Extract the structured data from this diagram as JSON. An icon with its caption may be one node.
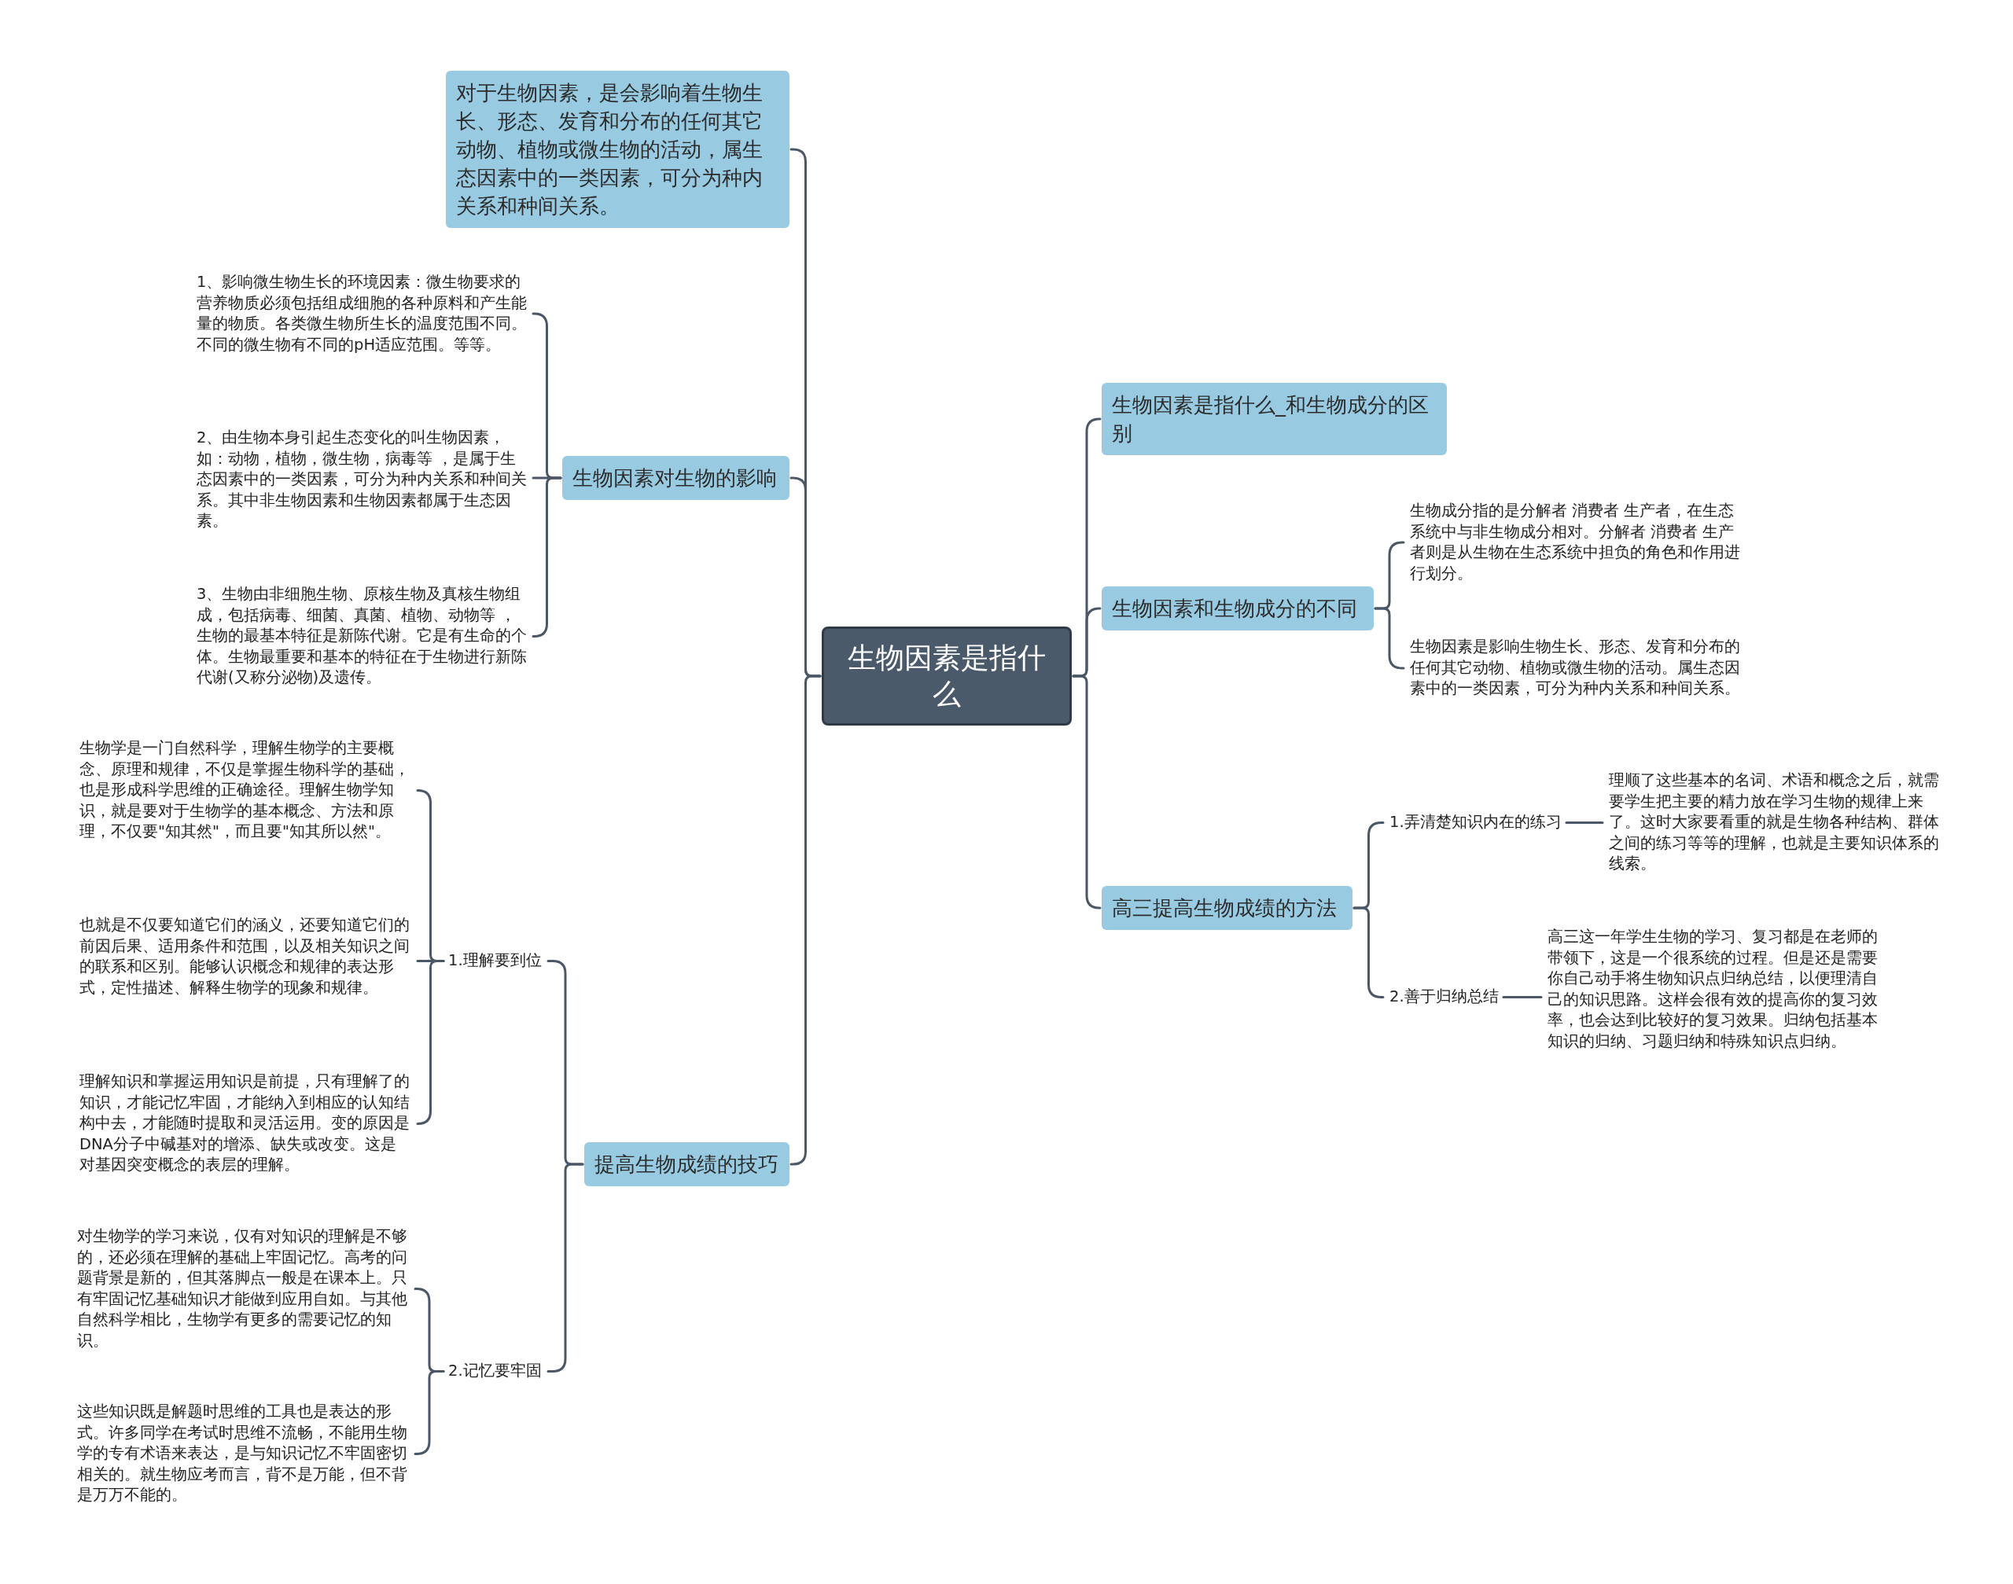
{
  "diagram": {
    "nodes": [
      {
        "text": [
          "生物因素是指什么"
        ]
      },
      {
        "text": [
          "对于生物因素，是会影响着生物生长、形态、发育和分布的任何其它动物、植物或微生物的活动，属生态因素中的一类因素，可分为种内关系和种间关系。"
        ]
      },
      {
        "text": [
          "生物因素对生物的影响"
        ]
      },
      {
        "text": [
          "1、影响微生物生长的环境因素：微生物要求的营养物质必须包括组成细胞的各种原料和产生能量的物质。各类微生物所生长的温度范围不同。不同的微生物有不同的pH适应范围。等等。"
        ]
      },
      {
        "text": [
          "2、由生物本身引起生态变化的叫生物因素，如：动物，植物，微生物，病毒等 ，是属于生态因素中的一类因素，可分为种内关系和种间关系。其中非生物因素和生物因素都属于生态因素。"
        ]
      },
      {
        "text": [
          "3、生物由非细胞生物、原核生物及真核生物组成，包括病毒、细菌、真菌、植物、动物等 ，生物的最基本特征是新陈代谢。它是有生命的个体。生物最重要和基本的特征在于生物进行新陈代谢(又称分泌物)及遗传。"
        ]
      },
      {
        "text": [
          "提高生物成绩的技巧"
        ]
      },
      {
        "text": [
          "1.理解要到位"
        ]
      },
      {
        "text": [
          "生物学是一门自然科学，理解生物学的主要概念、原理和规律，不仅是掌握生物科学的基础，也是形成科学思维的正确途径。理解生物学知识，就是要对于生物学的基本概念、方法和原理，不仅要\"知其然\"，而且要\"知其所以然\"。"
        ]
      },
      {
        "text": [
          "也就是不仅要知道它们的涵义，还要知道它们的前因后果、适用条件和范围，以及相关知识之间的联系和区别。能够认识概念和规律的表达形式，定性描述、解释生物学的现象和规律。"
        ]
      },
      {
        "text": [
          "理解知识和掌握运用知识是前提，只有理解了的知识，才能记忆牢固，才能纳入到相应的认知结构中去，才能随时提取和灵活运用。变的原因是DNA分子中碱基对的增添、缺失或改变。这是对基因突变概念的表层的理解。"
        ]
      },
      {
        "text": [
          "2.记忆要牢固"
        ]
      },
      {
        "text": [
          "对生物学的学习来说，仅有对知识的理解是不够的，还必须在理解的基础上牢固记忆。高考的问题背景是新的，但其落脚点一般是在课本上。只有牢固记忆基础知识才能做到应用自如。与其他自然科学相比，生物学有更多的需要记忆的知识。"
        ]
      },
      {
        "text": [
          "这些知识既是解题时思维的工具也是表达的形式。许多同学在考试时思维不流畅，不能用生物学的专有术语来表达，是与知识记忆不牢固密切相关的。就生物应考而言，背不是万能，但不背是万万不能的。"
        ]
      },
      {
        "text": [
          "生物因素是指什么_和生物成分的区别"
        ]
      },
      {
        "text": [
          "生物因素和生物成分的不同"
        ]
      },
      {
        "text": [
          "生物成分指的是分解者 消费者 生产者，在生态系统中与非生物成分相对。分解者 消费者 生产者则是从生物在生态系统中担负的角色和作用进行划分。"
        ]
      },
      {
        "text": [
          "生物因素是影响生物生长、形态、发育和分布的任何其它动物、植物或微生物的活动。属生态因素中的一类因素，可分为种内关系和种间关系。"
        ]
      },
      {
        "text": [
          "高三提高生物成绩的方法"
        ]
      },
      {
        "text": [
          "1.弄清楚知识内在的练习"
        ]
      },
      {
        "text": [
          "理顺了这些基本的名词、术语和概念之后，就需要学生把主要的精力放在学习生物的规律上来了。这时大家要看重的就是生物各种结构、群体之间的练习等等的理解，也就是主要知识体系的线索。"
        ]
      },
      {
        "text": [
          "2.善于归纳总结"
        ]
      },
      {
        "text": [
          "高三这一年学生生物的学习、复习都是在老师的带领下，这是一个很系统的过程。但是还是需要你自己动手将生物知识点归纳总结，以便理清自己的知识思路。这样会很有效的提高你的复习效率，也会达到比较好的复习效果。归纳包括基本知识的归纳、习题归纳和特殊知识点归纳。"
        ]
      }
    ],
    "edges": [
      {
        "from": 0,
        "to": 1,
        "arrow": "none"
      },
      {
        "from": 0,
        "to": 2,
        "arrow": "none"
      },
      {
        "from": 2,
        "to": 3,
        "arrow": "none"
      },
      {
        "from": 2,
        "to": 4,
        "arrow": "none"
      },
      {
        "from": 2,
        "to": 5,
        "arrow": "none"
      },
      {
        "from": 0,
        "to": 6,
        "arrow": "none"
      },
      {
        "from": 6,
        "to": 7,
        "arrow": "none"
      },
      {
        "from": 7,
        "to": 8,
        "arrow": "none"
      },
      {
        "from": 7,
        "to": 9,
        "arrow": "none"
      },
      {
        "from": 7,
        "to": 10,
        "arrow": "none"
      },
      {
        "from": 6,
        "to": 11,
        "arrow": "none"
      },
      {
        "from": 11,
        "to": 12,
        "arrow": "none"
      },
      {
        "from": 11,
        "to": 13,
        "arrow": "none"
      },
      {
        "from": 0,
        "to": 14,
        "arrow": "none"
      },
      {
        "from": 0,
        "to": 15,
        "arrow": "none"
      },
      {
        "from": 15,
        "to": 16,
        "arrow": "none"
      },
      {
        "from": 15,
        "to": 17,
        "arrow": "none"
      },
      {
        "from": 0,
        "to": 18,
        "arrow": "none"
      },
      {
        "from": 18,
        "to": 19,
        "arrow": "none"
      },
      {
        "from": 19,
        "to": 20,
        "arrow": "none"
      },
      {
        "from": 18,
        "to": 21,
        "arrow": "none"
      },
      {
        "from": 21,
        "to": 22,
        "arrow": "none"
      }
    ]
  }
}
